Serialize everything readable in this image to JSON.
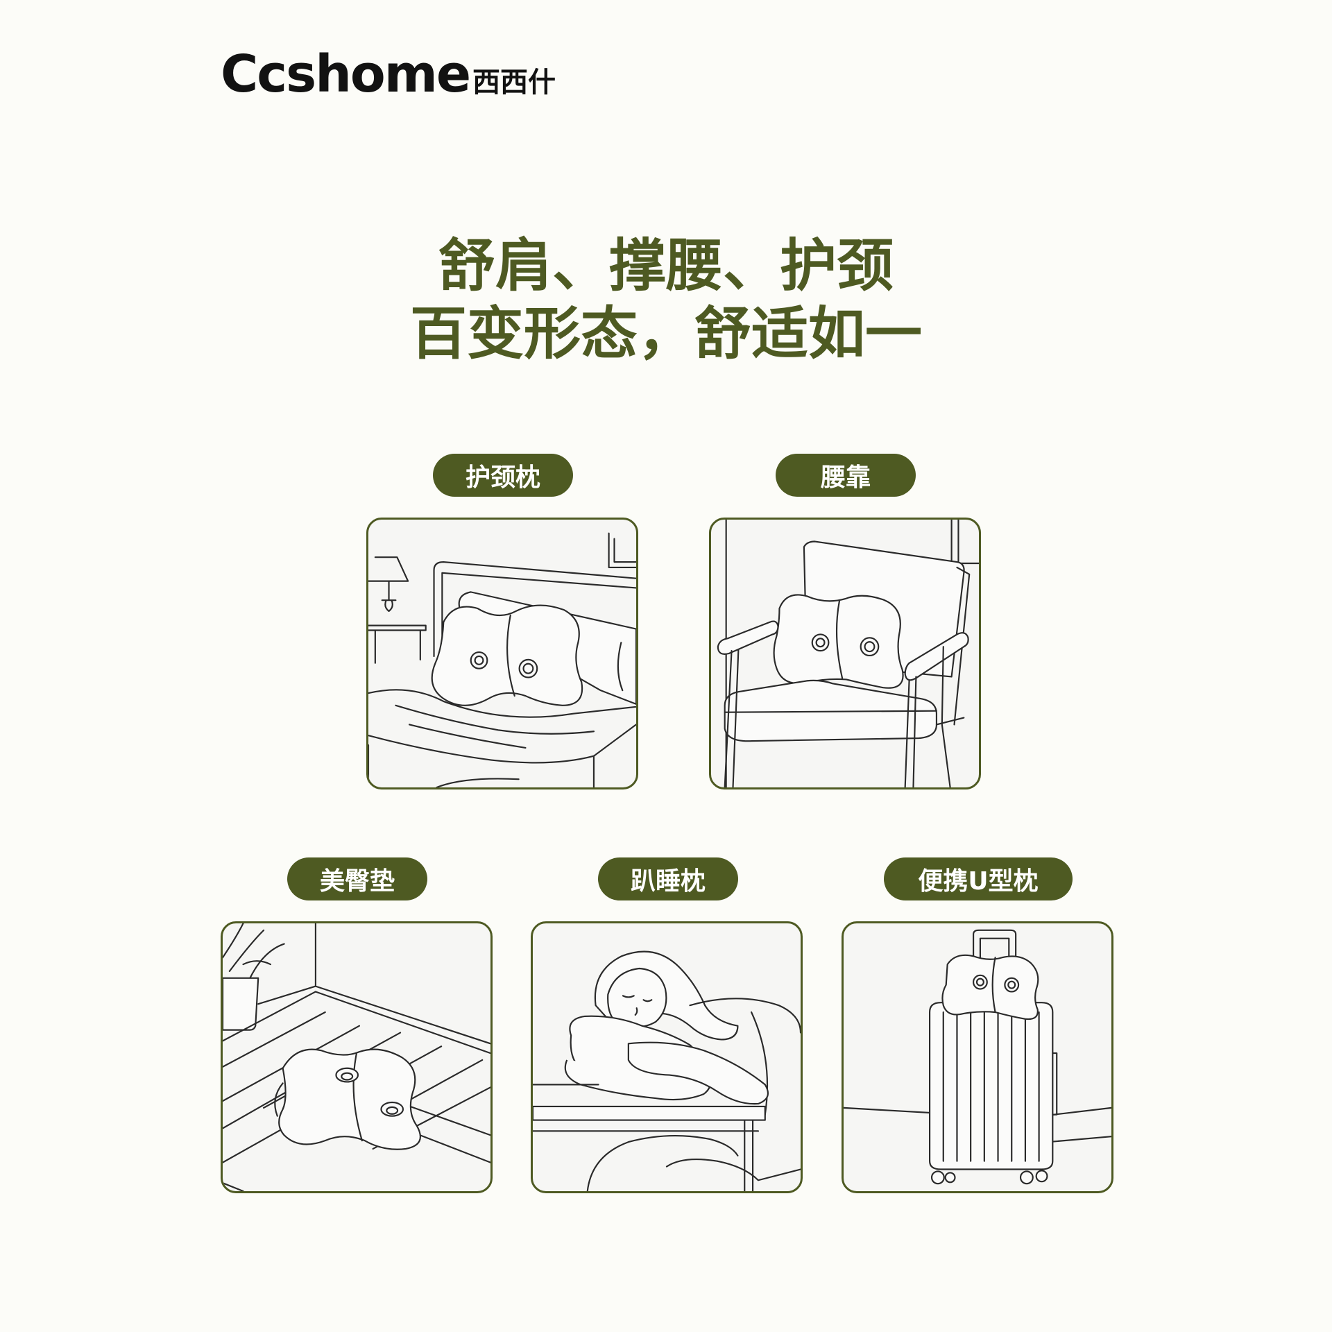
{
  "brand": {
    "name_en": "Ccshome",
    "name_cn": "西西什"
  },
  "headline": {
    "line1": "舒肩、撑腰、护颈",
    "line2": "百变形态，舒适如一"
  },
  "usages": [
    {
      "label": "护颈枕",
      "scene_icon": "bed-pillow-scene-icon"
    },
    {
      "label": "腰靠",
      "scene_icon": "chair-lumbar-scene-icon"
    },
    {
      "label": "美臀垫",
      "scene_icon": "floor-cushion-scene-icon"
    },
    {
      "label": "趴睡枕",
      "scene_icon": "desk-nap-scene-icon"
    },
    {
      "label": "便携U型枕",
      "scene_icon": "luggage-travel-scene-icon"
    }
  ],
  "colors": {
    "accent": "#4e5a22",
    "background": "#fcfcf8",
    "logo": "#121212"
  }
}
